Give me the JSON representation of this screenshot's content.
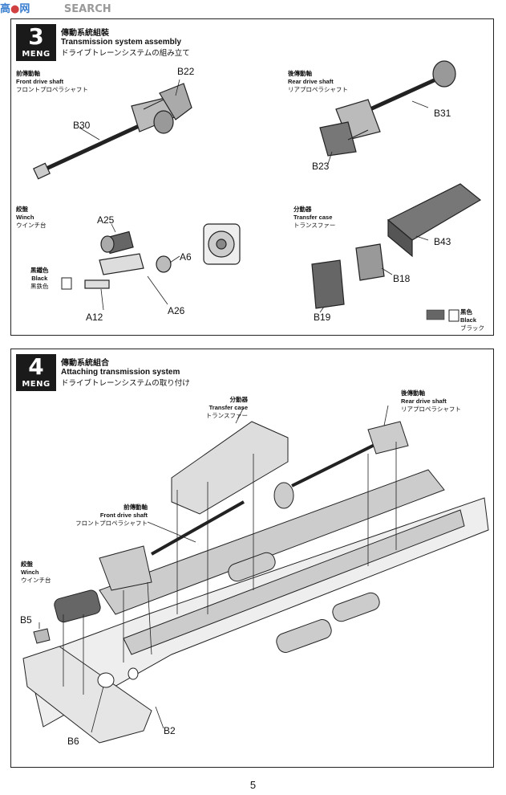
{
  "watermark": "SEARCH",
  "step3": {
    "number": "3",
    "logo": "MENG",
    "title_cn": "傳動系統組裝",
    "title_en": "Transmission system assembly",
    "title_jp": "ドライブトレーンシステムの組み立て",
    "front": {
      "cn": "前傳動軸",
      "en": "Front drive shaft",
      "jp": "フロントプロペラシャフト"
    },
    "rear": {
      "cn": "後傳動軸",
      "en": "Rear drive shaft",
      "jp": "リアプロペラシャフト"
    },
    "winch": {
      "cn": "絞盤",
      "en": "Winch",
      "jp": "ウインチ台"
    },
    "transfer": {
      "cn": "分動器",
      "en": "Transfer case",
      "jp": "トランスファー"
    },
    "color_note": {
      "cn": "黑鐵色",
      "en": "Black",
      "jp": "黑鉄色"
    },
    "legend": {
      "cn": "黑色",
      "en": "Black",
      "jp": "ブラック"
    },
    "parts": {
      "b22": "B22",
      "b30": "B30",
      "b31": "B31",
      "b23": "B23",
      "a25": "A25",
      "a6": "A6",
      "a12": "A12",
      "a26": "A26",
      "b43": "B43",
      "b18": "B18",
      "b19": "B19"
    }
  },
  "step4": {
    "number": "4",
    "logo": "MENG",
    "title_cn": "傳動系統組合",
    "title_en": "Attaching transmission system",
    "title_jp": "ドライブトレーンシステムの取り付け",
    "transfer": {
      "cn": "分動器",
      "en": "Transfer case",
      "jp": "トランスファー"
    },
    "rear": {
      "cn": "後傳動軸",
      "en": "Rear drive shaft",
      "jp": "リアプロペラシャフト"
    },
    "front": {
      "cn": "前傳動軸",
      "en": "Front drive shaft",
      "jp": "フロントプロペラシャフト"
    },
    "winch": {
      "cn": "絞盤",
      "en": "Winch",
      "jp": "ウインチ台"
    },
    "parts": {
      "b5": "B5",
      "b6": "B6",
      "b2": "B2"
    }
  },
  "page_number": "5"
}
